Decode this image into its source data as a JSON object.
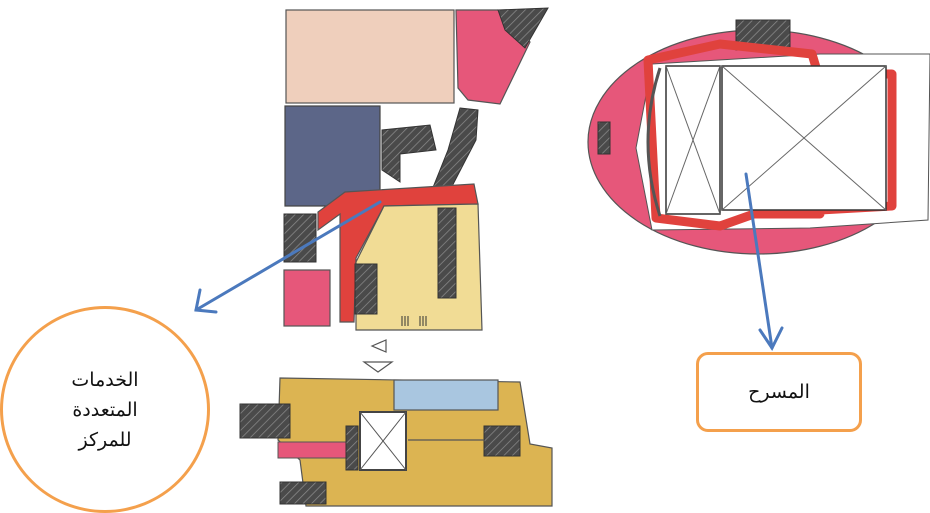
{
  "callouts": {
    "services": {
      "lines": [
        "الخدمات",
        "المتعددة",
        "للمركز"
      ]
    },
    "theater": {
      "label": "المسرح"
    }
  },
  "colors": {
    "peach": "#efcfbc",
    "pink": "#e6577a",
    "red": "#e0423d",
    "navy": "#5c6688",
    "yellow": "#f1dc95",
    "mustard": "#dcb452",
    "lightblue": "#a9c6e0",
    "charcoal": "#4a4a4a",
    "arrow": "#4b79bd",
    "callout_border": "#f4a04c"
  }
}
